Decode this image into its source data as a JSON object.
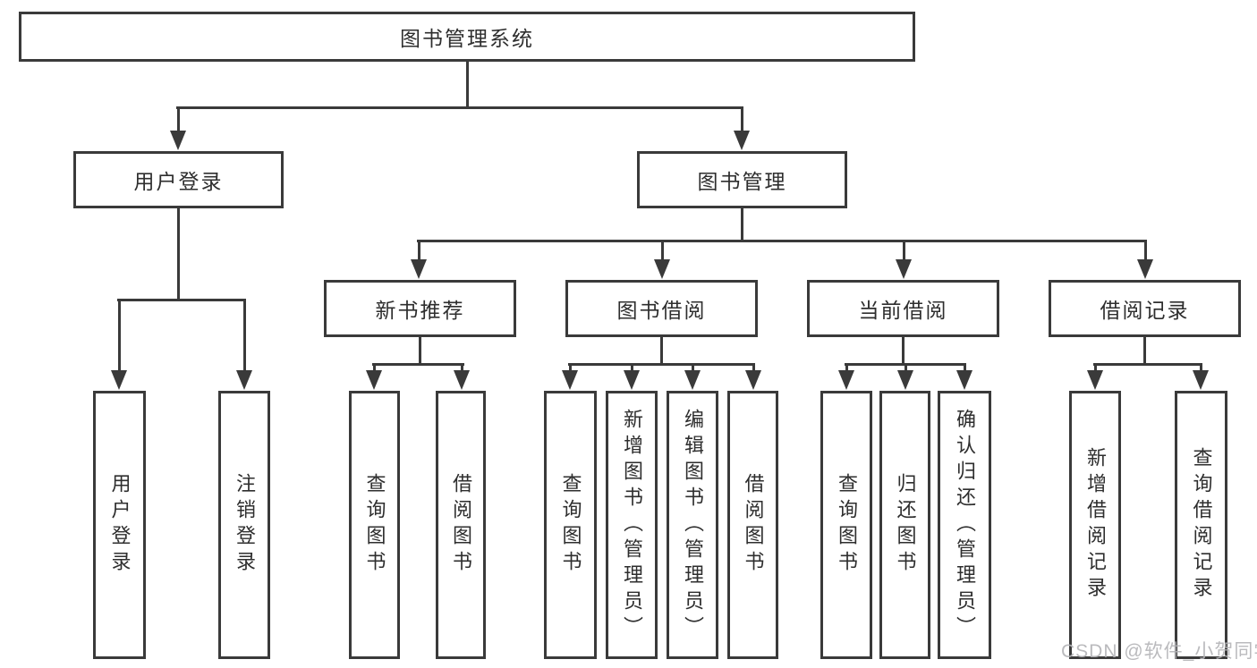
{
  "tree": {
    "root": {
      "label": "图书管理系统"
    },
    "branches": [
      {
        "label": "用户登录",
        "children": [
          {
            "label": "用户登录"
          },
          {
            "label": "注销登录"
          }
        ]
      },
      {
        "label": "图书管理",
        "children": [
          {
            "label": "新书推荐",
            "children": [
              {
                "label": "查询图书"
              },
              {
                "label": "借阅图书"
              }
            ]
          },
          {
            "label": "图书借阅",
            "children": [
              {
                "label": "查询图书"
              },
              {
                "label": "新增图书（管理员）"
              },
              {
                "label": "编辑图书（管理员）"
              },
              {
                "label": "借阅图书"
              }
            ]
          },
          {
            "label": "当前借阅",
            "children": [
              {
                "label": "查询图书"
              },
              {
                "label": "归还图书"
              },
              {
                "label": "确认归还（管理员）"
              }
            ]
          },
          {
            "label": "借阅记录",
            "children": [
              {
                "label": "新增借阅记录"
              },
              {
                "label": "查询借阅记录"
              }
            ]
          }
        ]
      }
    ]
  },
  "watermark": {
    "text": "CSDN @软件_小贺同学"
  },
  "colors": {
    "line": "#3a3a3a",
    "text": "#2e2e2e",
    "watermark": "#b5b5b8",
    "background": "#ffffff"
  }
}
